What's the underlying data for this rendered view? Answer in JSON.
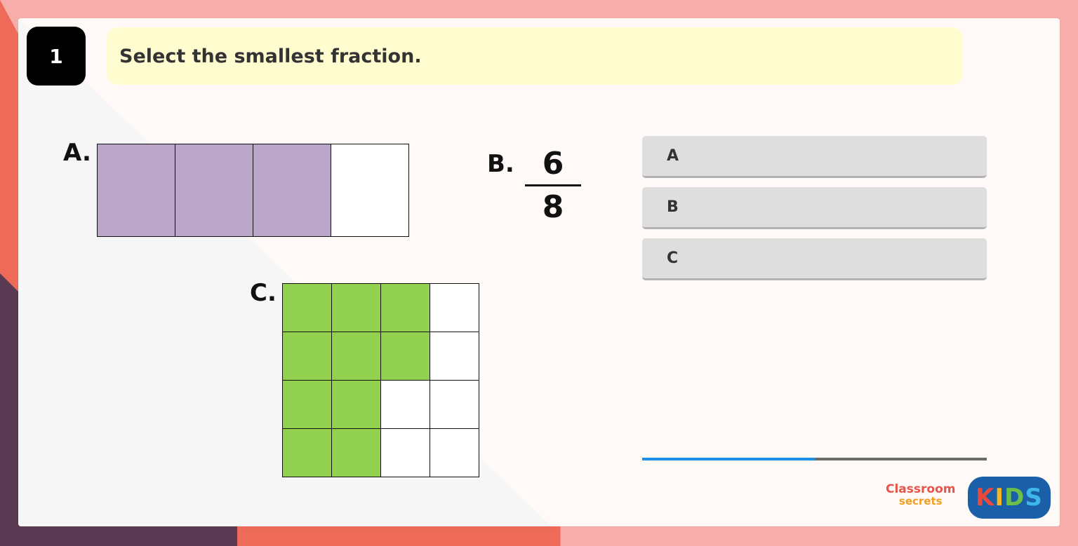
{
  "question": {
    "number": "1",
    "prompt": "Select the smallest fraction."
  },
  "figures": {
    "a": {
      "label": "A.",
      "parts": 4,
      "shaded": 3,
      "shade_color": "#baa6c9"
    },
    "b": {
      "label": "B.",
      "numerator": "6",
      "denominator": "8"
    },
    "c": {
      "label": "C.",
      "rows": 4,
      "cols": 4,
      "shaded": 10,
      "shade_color": "#92d050"
    }
  },
  "options": [
    {
      "label": "A"
    },
    {
      "label": "B"
    },
    {
      "label": "C"
    }
  ],
  "progress": {
    "fraction": 0.5,
    "fill_color": "#1e90e8"
  },
  "branding": {
    "line1": "Classroom",
    "line2": "secrets",
    "kids": [
      "K",
      "I",
      "D",
      "S"
    ]
  }
}
